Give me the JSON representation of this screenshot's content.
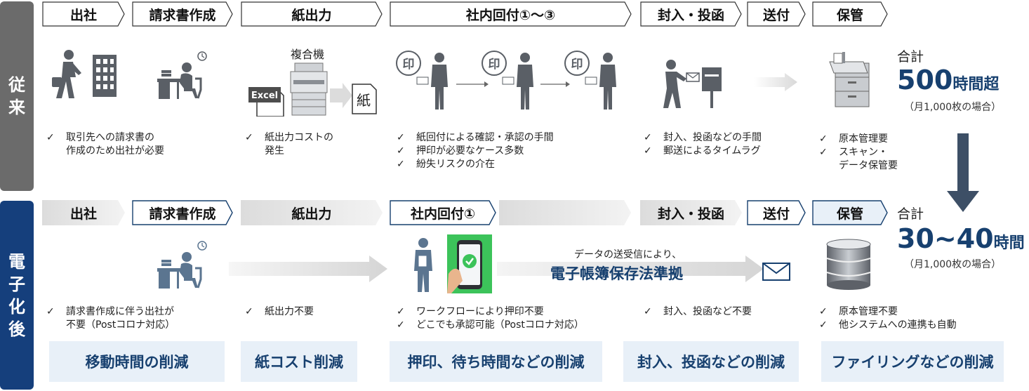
{
  "side_labels": {
    "before": [
      "従",
      "来"
    ],
    "after": [
      "電",
      "子",
      "化",
      "後"
    ]
  },
  "before_steps": [
    "出社",
    "請求書作成",
    "紙出力",
    "社内回付①～③",
    "封入・投函",
    "送付",
    "保管"
  ],
  "after_steps": [
    "出社",
    "請求書作成",
    "紙出力",
    "社内回付①",
    "",
    "封入・投函",
    "送付",
    "保管"
  ],
  "before_icons": {
    "mfp_label": "複合機",
    "excel_label": "Excel",
    "paper_label": "紙",
    "stamp_label": "印"
  },
  "before_bullets": {
    "col1": [
      "取引先への請求書の\n作成のため出社が必要"
    ],
    "col2": [
      "紙出力コストの\n発生"
    ],
    "col3": [
      "紙回付による確認・承認の手間",
      "押印が必要なケース多数",
      "紛失リスクの介在"
    ],
    "col4": [
      "封入、投函などの手間",
      "郵送によるタイムラグ"
    ],
    "col5": [
      "原本管理要",
      "スキャン・\nデータ保管要"
    ]
  },
  "before_total": {
    "label": "合計",
    "number": "500",
    "unit": "時間超",
    "note": "（月1,000枚の場合）"
  },
  "after_total": {
    "label": "合計",
    "number": "30~40",
    "unit": "時間",
    "note": "（月1,000枚の場合）"
  },
  "data_transfer": {
    "line1": "データの送受信により、",
    "line2": "電子帳簿保存法準拠"
  },
  "after_bullets": {
    "col1": [
      "請求書作成に伴う出社が\n不要（Postコロナ対応）"
    ],
    "col2": [
      "紙出力不要"
    ],
    "col3": [
      "ワークフローにより押印不要",
      "どこでも承認可能（Postコロナ対応）"
    ],
    "col4": [
      "封入、投函など不要"
    ],
    "col5": [
      "原本管理不要",
      "他システムへの連携も自動"
    ]
  },
  "summary": [
    "移動時間の削減",
    "紙コスト削減",
    "押印、待ち時間などの削減",
    "封入、投函などの削減",
    "ファイリングなどの削減"
  ],
  "check_mark": "✓",
  "colors": {
    "navy": "#17406f",
    "gray_side": "#6b6b6b",
    "blue_side": "#153f7c",
    "icon_gray": "#5a5f66",
    "icon_blue": "#5b7590",
    "summary_bg": "#e8f0f8",
    "green": "#3cc35a"
  }
}
